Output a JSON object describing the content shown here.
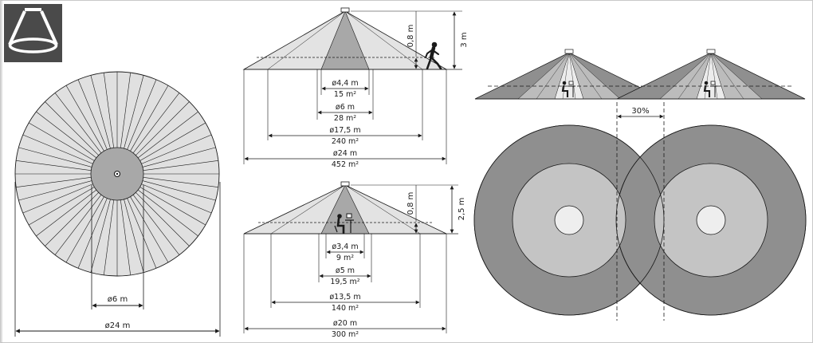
{
  "colors": {
    "dark_zone": "#9b9b9b",
    "mid_zone": "#c4c4c4",
    "light_zone": "#dcdcdc",
    "icon_bg": "#4a4a4a",
    "line": "#1a1a1a"
  },
  "icons": {
    "ceiling_sensor": "ceiling-mount-cone-icon",
    "person_walking": "walking-person-icon",
    "person_seated": "seated-person-at-desk-icon"
  },
  "top_view": {
    "inner_diameter": "ø6 m",
    "outer_diameter": "ø24 m"
  },
  "side_walking": {
    "height_total": "3 m",
    "height_detect": "0,8 m",
    "zones": [
      {
        "dia": "ø4,4 m",
        "area": "15 m²"
      },
      {
        "dia": "ø6 m",
        "area": "28 m²"
      },
      {
        "dia": "ø17,5 m",
        "area": "240 m²"
      },
      {
        "dia": "ø24 m",
        "area": "452 m²"
      }
    ]
  },
  "side_seated": {
    "height_total": "2,5 m",
    "height_detect": "0,8 m",
    "zones": [
      {
        "dia": "ø3,4 m",
        "area": "9 m²"
      },
      {
        "dia": "ø5 m",
        "area": "19,5 m²"
      },
      {
        "dia": "ø13,5 m",
        "area": "140 m²"
      },
      {
        "dia": "ø20 m",
        "area": "300 m²"
      }
    ]
  },
  "overlap": {
    "label": "30%"
  }
}
